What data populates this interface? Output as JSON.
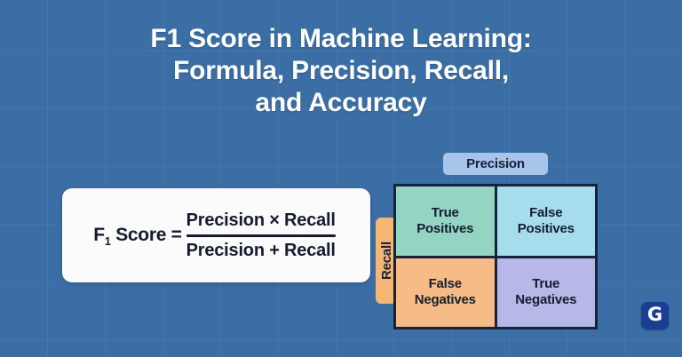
{
  "background": {
    "color": "#3a6ea5",
    "grid": "true",
    "grid_line_color": "rgba(255,255,255,0.055)"
  },
  "title": {
    "line1": "F1 Score in Machine Learning:",
    "line2": "Formula, Precision, Recall,",
    "line3": "and Accuracy",
    "color": "#ffffff"
  },
  "formula_card": {
    "background": "#fbfbfc",
    "text_color": "#161c2e",
    "lhs_label": "F",
    "lhs_subscript": "1",
    "lhs_rest": " Score =",
    "numerator": "Precision × Recall",
    "denominator": "Precision + Recall"
  },
  "matrix": {
    "column_axis_label": "Precision",
    "column_axis_color": "#a8c4e8",
    "row_axis_label": "Recall",
    "row_axis_color": "#f5b573",
    "border_color": "#18223c",
    "cells": [
      {
        "label": "True\nPositives",
        "line1": "True",
        "line2": "Positives",
        "color": "#93d5c2",
        "name": "true-positives"
      },
      {
        "label": "False\nPositives",
        "line1": "False",
        "line2": "Positives",
        "color": "#a6ddec",
        "name": "false-positives"
      },
      {
        "label": "False\nNegatives",
        "line1": "False",
        "line2": "Negatives",
        "color": "#f5bd85",
        "name": "false-negatives"
      },
      {
        "label": "True\nNegatives",
        "line1": "True",
        "line2": "Negatives",
        "color": "#b6b8e8",
        "name": "true-negatives"
      }
    ]
  },
  "logo": {
    "glyph": "G",
    "background": "#1b3d94",
    "glyph_color": "#ffffff"
  }
}
